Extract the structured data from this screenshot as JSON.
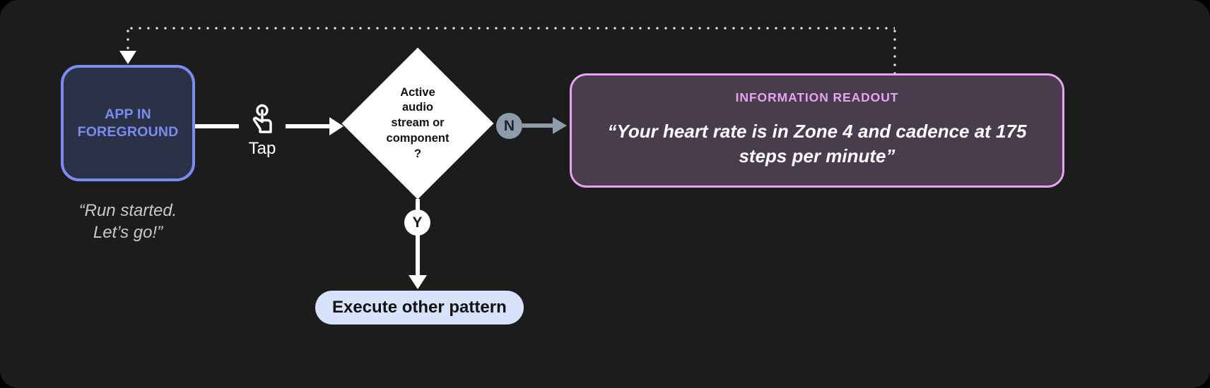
{
  "diagram": {
    "background_color": "#1c1c1c",
    "app_node": {
      "label": "APP IN\nFOREGROUND",
      "fill_color": "#2b3248",
      "border_color": "#7b8cf0",
      "caption": "“Run started.\nLet’s go!”"
    },
    "gesture": {
      "icon": "tap-hand-icon",
      "label": "Tap"
    },
    "decision": {
      "text": "Active\naudio\nstream or\ncomponent\n?",
      "fill_color": "#ffffff",
      "text_color": "#111111"
    },
    "branches": {
      "no": {
        "badge": "N",
        "badge_fill": "#8c9cab",
        "connector_color": "#8c9cab"
      },
      "yes": {
        "badge": "Y",
        "badge_fill": "#ffffff",
        "connector_color": "#ffffff"
      }
    },
    "execute_node": {
      "label": "Execute other pattern",
      "fill_color": "#d7e2fb",
      "text_color": "#111111"
    },
    "readout": {
      "title": "INFORMATION READOUT",
      "body": "“Your heart rate is in Zone 4 and cadence at 175 steps per minute”",
      "fill_color": "#493c4d",
      "border_color": "#e6a5ee",
      "title_color": "#e6a5ee"
    },
    "feedback_loop": {
      "style": "dotted",
      "color": "#e6e6e6"
    }
  }
}
